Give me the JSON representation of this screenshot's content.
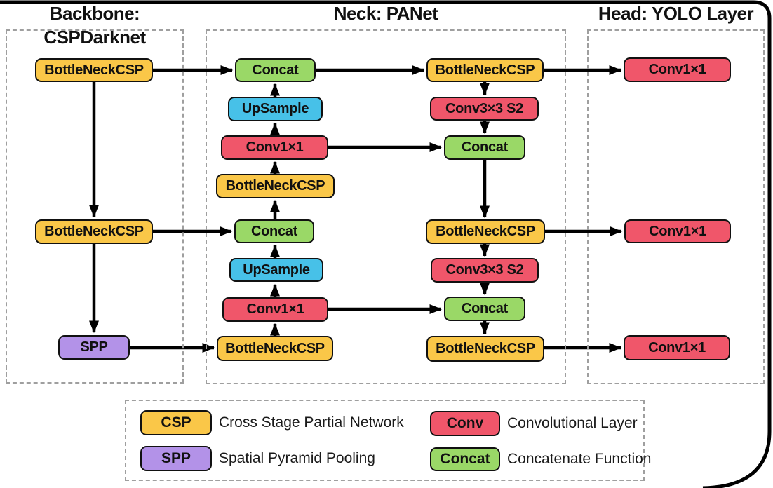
{
  "sections": {
    "backbone": {
      "title": "Backbone: CSPDarknet"
    },
    "neck": {
      "title": "Neck: PANet"
    },
    "head": {
      "title": "Head: YOLO Layer"
    }
  },
  "colors": {
    "csp": "#FAC748",
    "spp": "#B392E8",
    "conv": "#F0566A",
    "concat": "#9AD867",
    "upsample": "#47C1E8",
    "arrow": "#000000",
    "dashed_border": "#9f9f9f"
  },
  "nodes": {
    "backbone_csp_1": "BottleNeckCSP",
    "backbone_csp_2": "BottleNeckCSP",
    "backbone_spp": "SPP",
    "neck_concat_1": "Concat",
    "neck_upsample_1": "UpSample",
    "neck_conv1x1_1": "Conv1×1",
    "neck_csp_mid": "BottleNeckCSP",
    "neck_concat_2": "Concat",
    "neck_upsample_2": "UpSample",
    "neck_conv1x1_2": "Conv1×1",
    "neck_csp_bottom": "BottleNeckCSP",
    "neck_csp_right_1": "BottleNeckCSP",
    "neck_conv3x3_1": "Conv3×3 S2",
    "neck_concat_right_1": "Concat",
    "neck_csp_right_2": "BottleNeckCSP",
    "neck_conv3x3_2": "Conv3×3 S2",
    "neck_concat_right_2": "Concat",
    "neck_csp_right_3": "BottleNeckCSP",
    "head_conv1x1_1": "Conv1×1",
    "head_conv1x1_2": "Conv1×1",
    "head_conv1x1_3": "Conv1×1"
  },
  "legend": {
    "items": [
      {
        "key": "CSP",
        "description": "Cross Stage Partial Network"
      },
      {
        "key": "SPP",
        "description": "Spatial Pyramid Pooling"
      },
      {
        "key": "Conv",
        "description": "Convolutional Layer"
      },
      {
        "key": "Concat",
        "description": "Concatenate Function"
      }
    ]
  }
}
